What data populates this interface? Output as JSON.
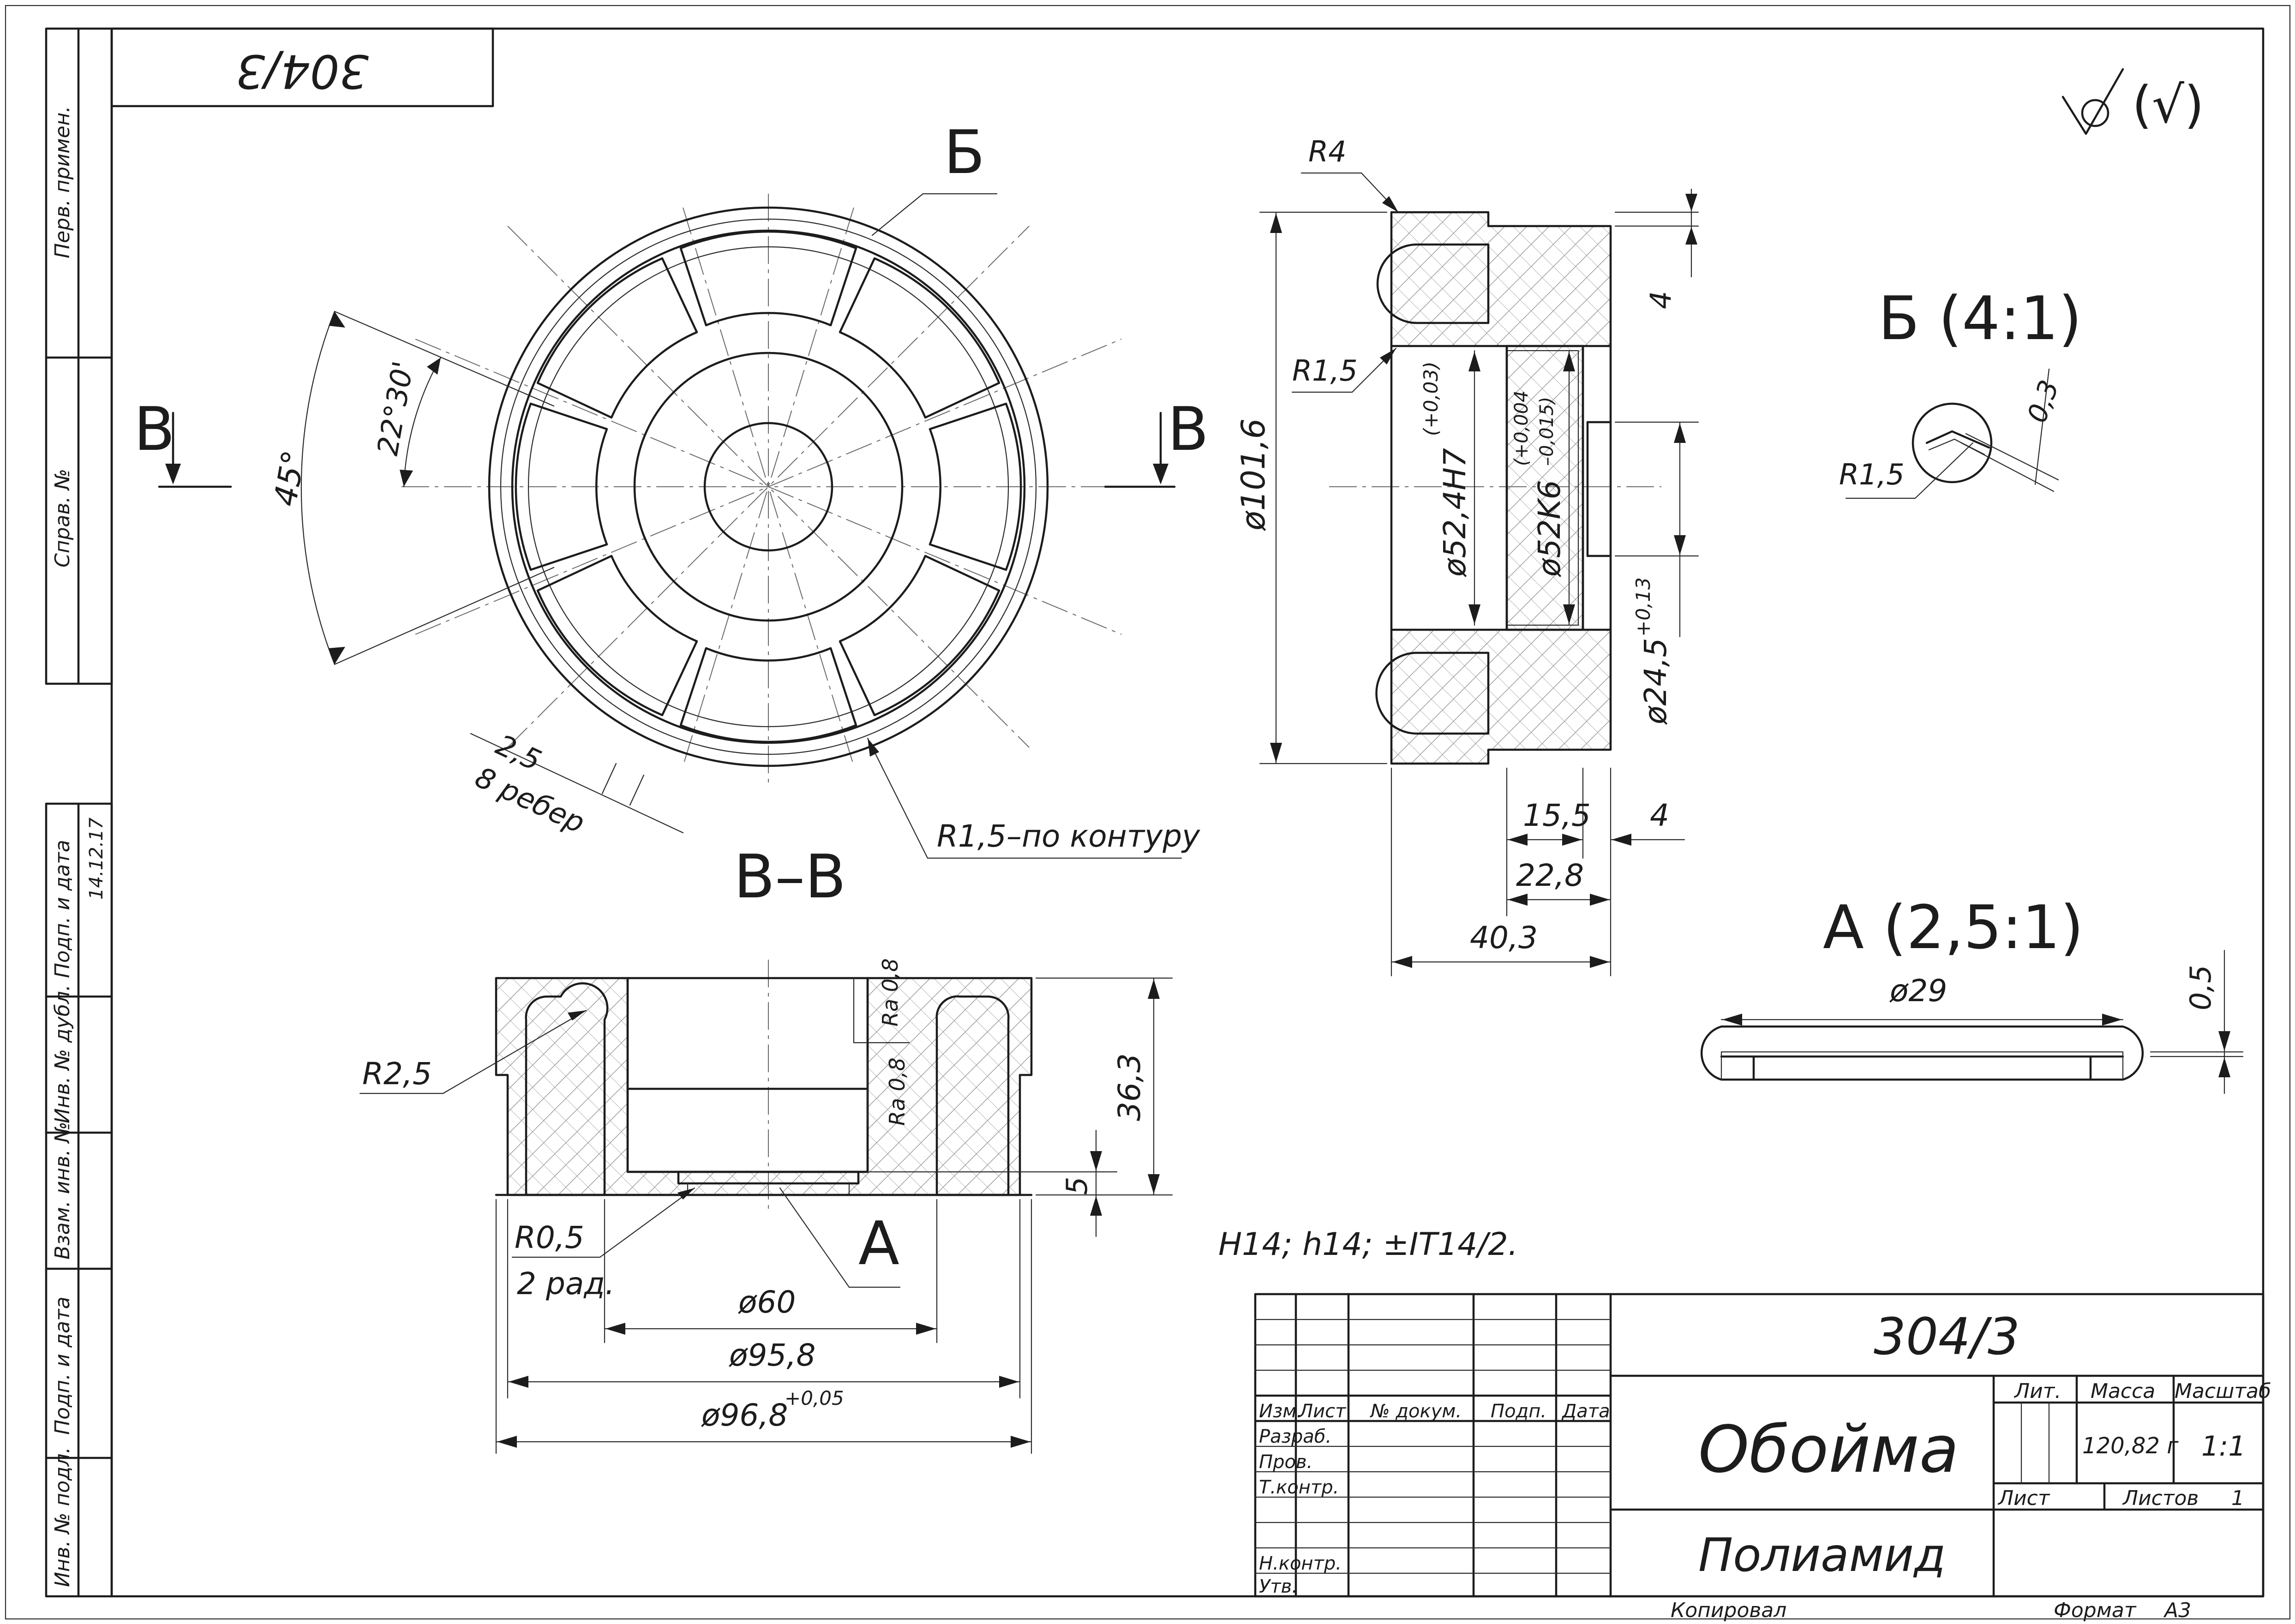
{
  "drawing": {
    "number": "304/3",
    "number_rotated": "304/3",
    "roughness_symbol": "(√)",
    "tolerance_note": "H14; h14; ±IT14/2.",
    "copied_label": "Копировал",
    "format_label": "Формат",
    "format_value": "А3"
  },
  "side_stamp": {
    "perv_primen": "Перв. примен.",
    "sprav_no": "Справ. №",
    "podp_data_1": "Подп. и дата",
    "date": "14.12.17",
    "inv_dubl": "Инв. № дубл.",
    "vzam_inv": "Взам. инв. №",
    "podp_data_2": "Подп. и дата",
    "inv_podl": "Инв. № подл."
  },
  "views": {
    "view_b_callout": "Б",
    "section_letter_left": "В",
    "section_letter_right": "В",
    "section_title": "В–В",
    "detail_b_title": "Б (4:1)",
    "detail_a_title": "А (2,5:1)",
    "detail_a_callout": "А"
  },
  "dims": {
    "ang_45": "45°",
    "ang_22": "22°30'",
    "rib_25": "2,5",
    "ribs_8": "8 ребер",
    "r15_contour": "R1,5–по контуру",
    "r4": "R4",
    "r15": "R1,5",
    "d1016": "ø101,6",
    "d524": "ø52,4H7",
    "d524_tol": "(+0,03)",
    "d52": "ø52K6",
    "d52_tol_up": "(+0,004",
    "d52_tol_lo": "–0,015)",
    "d245": "ø24,5",
    "d245_tol": "+0,13",
    "w4_top": "4",
    "w155": "15,5",
    "w4": "4",
    "w228": "22,8",
    "w403": "40,3",
    "b_r15": "R1,5",
    "b_03": "0,3",
    "a_d29": "ø29",
    "a_05": "0,5",
    "s_r25": "R2,5",
    "s_r05": "R0,5",
    "s_2rad": "2 рад.",
    "s_ra1": "Ra 0,8",
    "s_ra2": "Ra 0,8",
    "s_363": "36,3",
    "s_5": "5",
    "s_d60": "ø60",
    "s_d958": "ø95,8",
    "s_d968": "ø96,8",
    "s_d968_tol": "+0,05"
  },
  "title_block": {
    "designation": "304/3",
    "name": "Обойма",
    "material": "Полиамид",
    "col_izm": "Изм.",
    "col_list": "Лист",
    "col_doc": "№ докум.",
    "col_podp": "Подп.",
    "col_data": "Дата",
    "row_razrab": "Разраб.",
    "row_prov": "Пров.",
    "row_tkontr": "Т.контр.",
    "row_nkontr": "Н.контр.",
    "row_utv": "Утв.",
    "lit": "Лит.",
    "massa": "Масса",
    "masshtab": "Масштаб",
    "massa_val": "120,82 г",
    "scale_val": "1:1",
    "list": "Лист",
    "listov": "Листов",
    "listov_val": "1"
  },
  "colors": {
    "line": "#1c1c1c",
    "paper": "#ffffff",
    "hatch": "#7a7a7a"
  }
}
